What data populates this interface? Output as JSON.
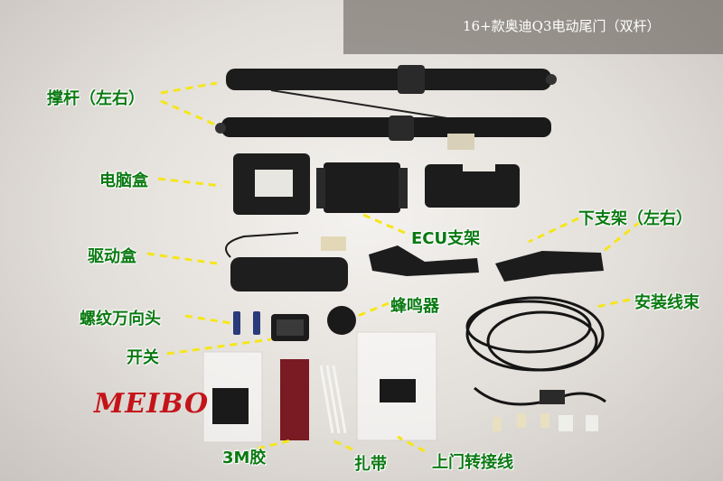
{
  "title": "16+款奥迪Q3电动尾门（双杆）",
  "logo": "MEIBO",
  "labels": {
    "strut": "撑杆（左右）",
    "ecu_box": "电脑盒",
    "drive_box": "驱动盒",
    "ecu_bracket": "ECU支架",
    "lower_bracket": "下支架（左右）",
    "universal_joint": "螺纹万向头",
    "buzzer": "蜂鸣器",
    "harness": "安装线束",
    "switch": "开关",
    "tape": "3M胶",
    "zip_tie": "扎带",
    "door_adapter": "上门转接线"
  },
  "colors": {
    "label": "#0a7a12",
    "pointer": "#f5e61a",
    "title": "#ffffff",
    "logo": "#c4141a",
    "parts": "#1c1c1c"
  }
}
